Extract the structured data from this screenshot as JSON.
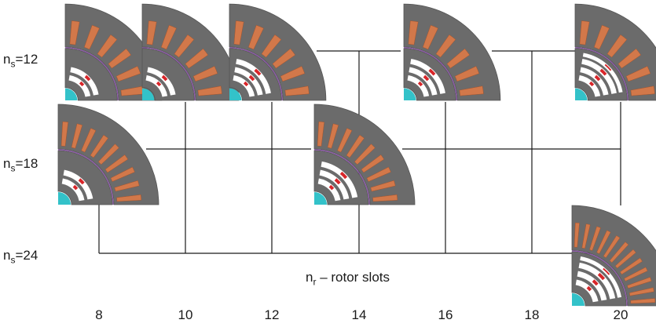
{
  "row_labels": [
    {
      "base": "n",
      "sub": "s",
      "rest": "=12"
    },
    {
      "base": "n",
      "sub": "s",
      "rest": "=18"
    },
    {
      "base": "n",
      "sub": "s",
      "rest": "=24"
    }
  ],
  "axis": {
    "base": "n",
    "sub": "r",
    "rest": " – rotor slots",
    "ticks": [
      "8",
      "10",
      "12",
      "14",
      "16",
      "18",
      "20"
    ]
  },
  "colors": {
    "lamination": "#6b6b6b",
    "edge": "#555555",
    "winding": "#d2784a",
    "winding_edge": "#a4552e",
    "magnet": "#d9262a",
    "shaft": "#33c2c9",
    "barrier": "#ffffff",
    "line": "#1a1a1a",
    "airgap": "#8a52a8"
  }
}
